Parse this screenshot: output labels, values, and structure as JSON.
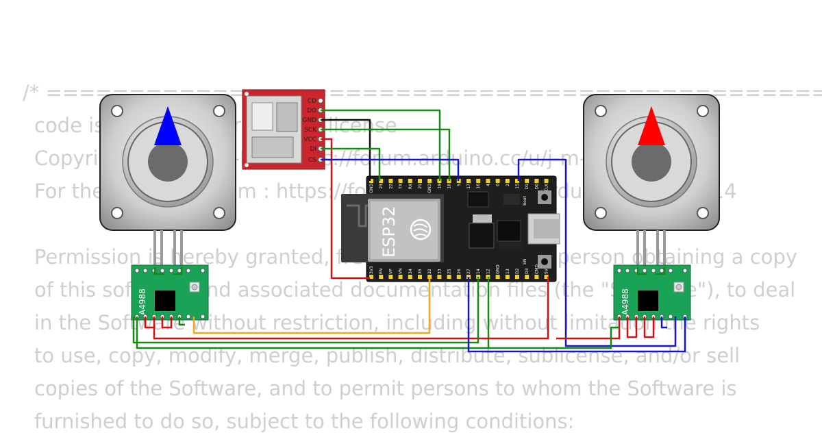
{
  "license_text": {
    "lines": [
      "/* ===============================================",
      "code is placed under the MIT license",
      "Copyright (c) 2023 J-M-L https://forum.arduino.cc/u/j-m-l",
      "For the Arduino Forum : https://forum.arduino.cc/t/arduino-forum/1414",
      "",
      "Permission is hereby granted, free of charge, to any person obtaining a copy",
      "of this software and associated documentation files (the \"Software\"), to deal",
      "in the Software without restriction, including without limitation the rights",
      "to use, copy, modify, merge, publish, distribute, sublicense, and/or sell",
      "copies of the Software, and to permit persons to whom the Software is",
      "furnished to do so, subject to the following conditions:"
    ]
  },
  "sd_module": {
    "pins": [
      "CD",
      "DO",
      "GND",
      "SCK",
      "VCC",
      "DI",
      "CS"
    ]
  },
  "esp32": {
    "title": "ESP32",
    "top_pins": [
      "GND",
      "23",
      "22",
      "TX",
      "RX",
      "21",
      "GND",
      "19",
      "18",
      "5",
      "17",
      "16",
      "4",
      "0",
      "2",
      "15",
      "D1",
      "D0",
      "CLK"
    ],
    "bottom_pins": [
      "3V3",
      "EN",
      "VP",
      "VN",
      "34",
      "35",
      "32",
      "33",
      "25",
      "26",
      "27",
      "14",
      "12",
      "GND",
      "13",
      "D2",
      "D3",
      "CMD",
      "5V"
    ],
    "boot_label": "Boot",
    "en_label": "EN"
  },
  "driver_left": {
    "label": "A4988"
  },
  "driver_right": {
    "label": "A4988"
  },
  "stepper_left": {
    "needle_color": "#0000ff"
  },
  "stepper_right": {
    "needle_color": "#ff0000"
  },
  "wire_colors": {
    "green": "#138a13",
    "black": "#111111",
    "red": "#d11111",
    "blue": "#1414c8",
    "orange": "#f0a81c",
    "gray": "#8a8a8a"
  }
}
